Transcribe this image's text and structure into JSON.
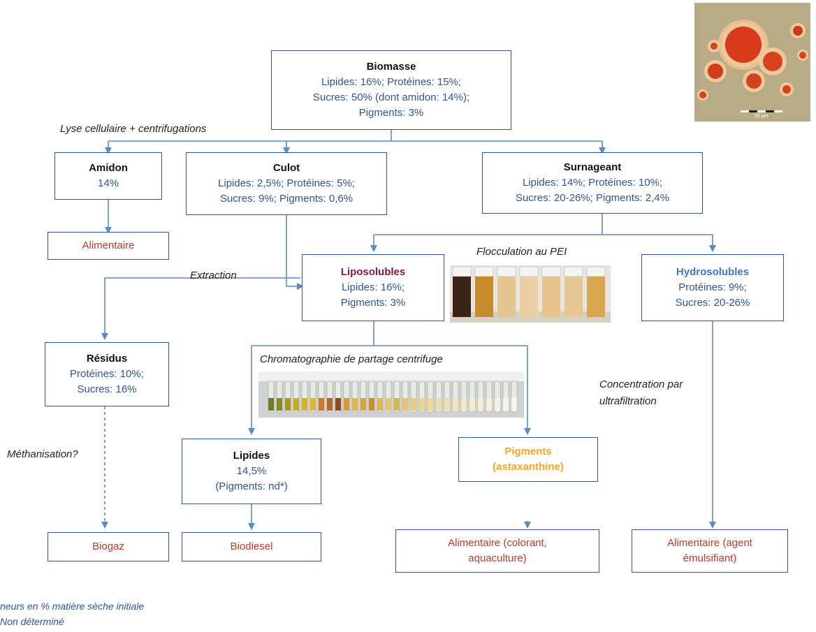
{
  "biomasse": {
    "title": "Biomasse",
    "l1": "Lipides: 16%; Protéines: 15%;",
    "l2": "Sucres: 50% (dont amidon: 14%);",
    "l3": "Pigments: 3%"
  },
  "amidon": {
    "title": "Amidon",
    "l1": "14%"
  },
  "culot": {
    "title": "Culot",
    "l1": "Lipides: 2,5%; Protéines: 5%;",
    "l2": "Sucres: 9%; Pigments: 0,6%"
  },
  "surnageant": {
    "title": "Surnageant",
    "l1": "Lipides: 14%; Protéines: 10%;",
    "l2": "Sucres: 20-26%; Pigments: 2,4%"
  },
  "alimentaire1": "Alimentaire",
  "liposolubles": {
    "title": "Liposolubles",
    "l1": "Lipides: 16%;",
    "l2": "Pigments: 3%"
  },
  "hydrosolubles": {
    "title": "Hydrosolubles",
    "l1": "Protéines: 9%;",
    "l2": "Sucres: 20-26%"
  },
  "residus": {
    "title": "Résidus",
    "l1": "Protéines: 10%;",
    "l2": "Sucres: 16%"
  },
  "lipides": {
    "title": "Lipides",
    "l1": "14,5%",
    "l2": "(Pigments: nd*)"
  },
  "pigments": {
    "l1": "Pigments",
    "l2": "(astaxanthine)"
  },
  "biogaz": "Biogaz",
  "biodiesel": "Biodiesel",
  "alim_colorant": {
    "l1": "Alimentaire (colorant,",
    "l2": "aquaculture)"
  },
  "alim_agent": {
    "l1": "Alimentaire (agent",
    "l2": "émulsifiant)"
  },
  "labels": {
    "lyse": "Lyse cellulaire + centrifugations",
    "extraction": "Extraction",
    "flocculation": "Flocculation au PEI",
    "chromatographie": "Chromatographie de partage centrifuge",
    "concentration1": "Concentration par",
    "concentration2": "ultrafiltration",
    "methanisation": "Méthanisation?"
  },
  "notes": {
    "n1": "neurs en % matière sèche initiale",
    "n2": "Non déterminé"
  },
  "scale_label": "50 µm",
  "colors": {
    "line": "#5b8ac7",
    "box_border": "#2f5597",
    "value_text": "#2f5597",
    "output_text": "#c0392b",
    "liposolubles": "#8b1a3a",
    "hydrosolubles": "#4472c4",
    "pigments": "#f5a623"
  }
}
